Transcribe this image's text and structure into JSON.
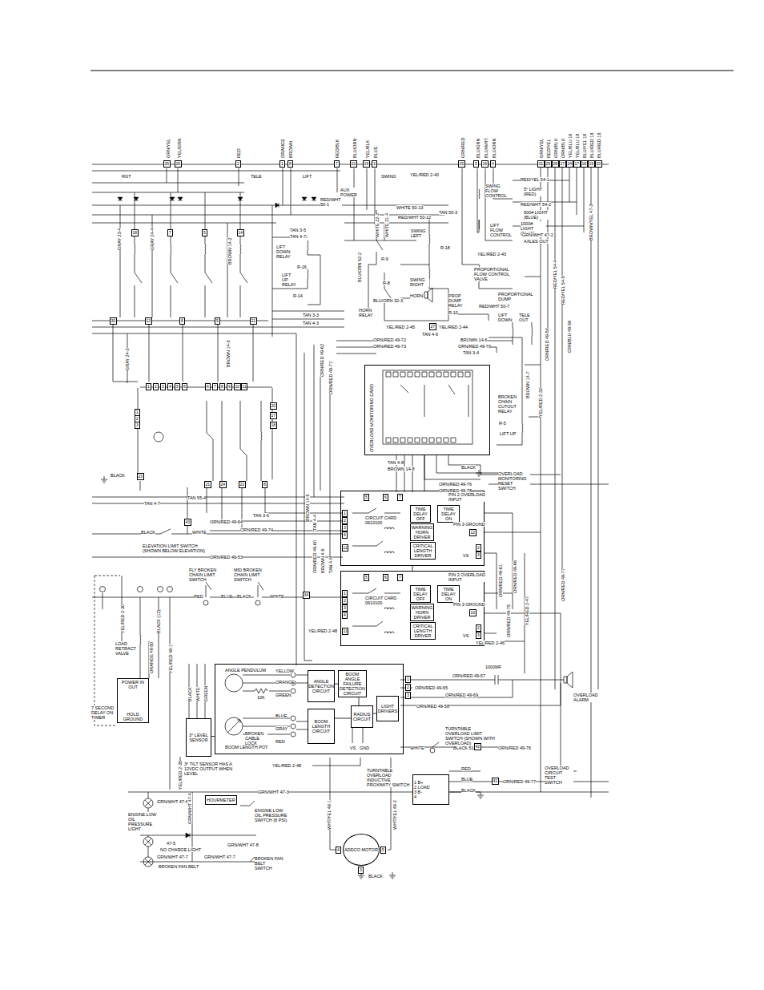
{
  "diagram": {
    "nodes": [
      {
        "text": [
          "OVERLOAD MONITORING CARD"
        ]
      },
      {
        "text": [
          "CIRCUIT CARD 0610100"
        ]
      },
      {
        "text": [
          "TIME DELAY OFF"
        ],
        "in": 1
      },
      {
        "text": [
          "TIME DELAY ON"
        ],
        "in": 1
      },
      {
        "text": [
          "WARNING HORN DRIVER"
        ],
        "in": 1
      },
      {
        "text": [
          "CRITICAL LENGTH DRIVER"
        ],
        "in": 1
      },
      {
        "text": [
          "CIRCUIT CARD 0610100"
        ]
      },
      {
        "text": [
          "TIME DELAY OFF"
        ],
        "in": 6
      },
      {
        "text": [
          "TIME DELAY ON"
        ],
        "in": 6
      },
      {
        "text": [
          "WARNING HORN DRIVER"
        ],
        "in": 6
      },
      {
        "text": [
          "CRITICAL LENGTH DRIVER"
        ],
        "in": 6
      },
      {
        "text": [
          "ANGLE PENDULUM",
          "BOOM LENGTH POT."
        ]
      },
      {
        "text": [
          "ANGLE DETECTION CIRCUIT"
        ],
        "in": 11
      },
      {
        "text": [
          "BOOM ANGLE FAILURE DETECTION CIRCUIT"
        ],
        "in": 11
      },
      {
        "text": [
          "BOOM LENGTH CIRCUIT"
        ],
        "in": 11
      },
      {
        "text": [
          "RADIUS CIRCUIT"
        ],
        "in": 11
      },
      {
        "text": [
          "LIGHT DRIVERS"
        ],
        "in": 11
      },
      {
        "text": [
          "3° LEVEL SENSOR"
        ]
      },
      {
        "text": [
          "HOURMETER"
        ]
      },
      {
        "text": [
          "ADDCO MOTOR"
        ]
      },
      {
        "text": [
          "POWER IN OUT",
          "HOLD GROUND"
        ]
      },
      {
        "text": [
          "1 B+",
          "2 LOAD",
          "3 B-",
          "4"
        ]
      }
    ],
    "edges": [
      {
        "from": 12,
        "to": 13,
        "arrow": "none"
      },
      {
        "from": 13,
        "to": 15,
        "arrow": "none"
      },
      {
        "from": 14,
        "to": 15,
        "arrow": "none"
      },
      {
        "from": 15,
        "to": 16,
        "arrow": "none"
      },
      {
        "from": 17,
        "to": 11,
        "arrow": "none"
      },
      {
        "from": 0,
        "to": 1,
        "arrow": "none"
      },
      {
        "from": 1,
        "to": 6,
        "arrow": "none"
      }
    ],
    "labels": [
      "GRN/YEL",
      "YEL/GRN",
      "RED",
      "ORANGE",
      "BROWN",
      "RED/BLK",
      "BLU/ORN",
      "YEL/BLK",
      "BLUE",
      "GRN/RED",
      "BLU/GRN",
      "BLU/WHT",
      "BLU/ORN",
      "GRN/YEL",
      "RED/YEL",
      "GRN/BLU",
      "ORN/BLU",
      "YEL/BLU 16",
      "YEL/BLU 18",
      "BLU/YEL 18",
      "BLU/RED 18",
      "BLU/RED 18",
      "25",
      "26",
      "2",
      "1",
      "8",
      "7",
      "22",
      "19",
      "3",
      "15",
      "5",
      "16",
      "4",
      "31",
      "29",
      "28",
      "27",
      "24",
      "17",
      "18",
      "19",
      "20",
      "RGT",
      "TELE",
      "LIFT",
      "AUX POWER",
      "SWING",
      "YEL/RED 2-40",
      "RED/WHT 50-1",
      "WHITE 50-13",
      "RED/WHT 50-12",
      "TAN 55-3",
      "SWING FLOW CONTROL",
      "RED/YEL 54-1",
      "5° LIGHT (RED)",
      "RED/WHT 54-2",
      "500# LIGHT (BLUE)",
      "1000# LIGHT (BLUE)",
      "GRN/WHT 47-2",
      "AXLES OUT",
      "LIFT FLOW CONTROL",
      "TAN 3-5",
      "TAN 4-7",
      "LIFT DOWN RELAY",
      "LIFT UP RELAY",
      "R-16",
      "R-14",
      "BLU/ORN 52-2",
      "WHITE 22-2",
      "WHITE 21-4",
      "SWING LEFT",
      "SWING RIGHT",
      "R-18",
      "R-9",
      "R-8",
      "HORN",
      "HORN RELAY",
      "BLU/ORN 32-3",
      "YEL/RED 2-43",
      "PROPORTIONAL FLOW CONTROL VALVE",
      "PROP DUMP RELAY",
      "R-10",
      "PROPORTIONAL DUMP",
      "RED/WHT 50-7",
      "LIFT DOWN",
      "TELE OUT",
      "YEL/RED 2-45",
      "27",
      "YEL/RED 2-44",
      "TAN 3-3",
      "TAN 4-3",
      "GRAY 23-4",
      "GRAY 24-4",
      "BROWN 14-2",
      "GRAY 24-3",
      "BROWN 14-3",
      "18",
      "7",
      "5",
      "14",
      "30",
      "13",
      "6",
      "5",
      "21",
      "TAN 4-6",
      "ORN/RED 49-72",
      "ORN/RED 49-73",
      "BROWN 14-6",
      "ORN/RED 49-70",
      "TAN 3-4",
      "ORN/RED 49-62",
      "ORN/RED 49-71",
      "BROKEN CHAIN CUTOUT RELAY",
      "R-5",
      "LIFT UP",
      "BROWN 14-7",
      "YEL/RED 2-32",
      "BLACK",
      "TAN 4-8",
      "BROWN 14-8",
      "BLACK",
      "OVERLOAD MONITORING RESET SWITCH",
      "ORN/RED 49-76",
      "ORN/RED 49-78",
      "TAN 55-4",
      "TAN 4-7",
      "TAN 3-6",
      "43",
      "ORN/RED 49-64",
      "ORN/RED 49-74",
      "BLACK",
      "WHITE",
      "ELEVATION LIMIT SWITCH (SHOWN BELOW ELEVATION)",
      "ORN/RED 49-53",
      "1",
      "2",
      "3",
      "4",
      "5",
      "6",
      "6",
      "7",
      "8",
      "9",
      "10",
      "11",
      "20",
      "17",
      "18",
      "1",
      "2",
      "3",
      "23",
      "21",
      "24",
      "22",
      "8",
      "PIN 2 OVERLOAD INPUT",
      "PIN 3 GROUND",
      "VS",
      "PIN 2 OVERLOAD INPUT",
      "PIN 3 GROUND",
      "VS",
      "YEL/RED 2-46",
      "5",
      "6",
      "7",
      "1",
      "2",
      "3",
      "4",
      "11",
      "12",
      "2",
      "3",
      "5",
      "6",
      "7",
      "1",
      "2",
      "3",
      "4",
      "11",
      "10",
      "2",
      "3",
      "FLY BROKEN CHAIN LIMIT SWITCH",
      "MID BROKEN CHAIN LIMIT SWITCH",
      "RED",
      "BLUE",
      "BLACK",
      "WHITE",
      "34",
      "YEL/RED 2-30",
      "YEL/RED 2-48",
      "LOAD RETRACT VALVE",
      "ORANGE 49-50",
      "BLACK (12)",
      "YEL/RED 48-1",
      "BROWN 14-5",
      "TAN 4-4",
      "ORN/RED 49-60",
      "BROWN 4-5",
      "TAN 4-5",
      "ORN/RED 49-61",
      "ORN/RED 49-66",
      "YEL/RED 2-47",
      "ORN/RED 49-77",
      "ORN/RED 49-75",
      "BROWN/YEL 47-3",
      "RED/YEL 54-4",
      "RED/YEL 54-5",
      "ORN/RED 49-50",
      "GRN/BLU 49-59",
      "1000MF",
      "ORN/RED 49-57",
      "ORN/RED 49-65",
      "ORN/RED 49-69",
      "ORN/RED 49-58",
      "OVERLOAD ALARM",
      "YELLOW",
      "ORANGE",
      "GREEN",
      "BLUE",
      "GRAY",
      "RED",
      "BROKEN CABLE LOCK",
      "10K",
      "VS",
      "GND",
      "BLACK",
      "WHITE",
      "GREEN",
      "YEL/RED 2-35",
      "3° TILT SENSOR HAS A 12VDC OUTPUT WHEN LEVEL",
      "YEL/RED 2-48",
      "TURNTABLE OVERLOAD LIMIT SWITCH (SHOWN WITH OVERLOAD)",
      "WHITE",
      "BLACK 51",
      "42",
      "ORN/RED 49-76",
      "RED",
      "BLUE",
      "BLACK",
      "41",
      "ORN/RED 49-77",
      "OVERLOAD CIRCUIT TEST SWITCH",
      "TURNTABLE OVERLOAD INDUCTIVE PROXIMITY SWITCH",
      "GRN/WHT 47-3",
      "GRN/WHT 47-6",
      "ENGINE LOW OIL PRESSURE LIGHT",
      "GRN/WHT 47-4",
      "ENGINE LOW OIL PRESSURE SWITCH (8 PSI)",
      "GRN/WHT 47-8",
      "NO CHARGE LIGHT",
      "47-5",
      "GRN/WHT 47-7",
      "BROKEN FAN BELT",
      "GRN/WHT 47-7",
      "BROKEN FAN BELT SWITCH",
      "WHT/YEL 48-1",
      "WHT/YEL 49-2",
      "BLACK",
      "4",
      "5",
      "3",
      "1",
      "2",
      "3",
      "7 SECOND DELAY ON TIMER"
    ]
  }
}
